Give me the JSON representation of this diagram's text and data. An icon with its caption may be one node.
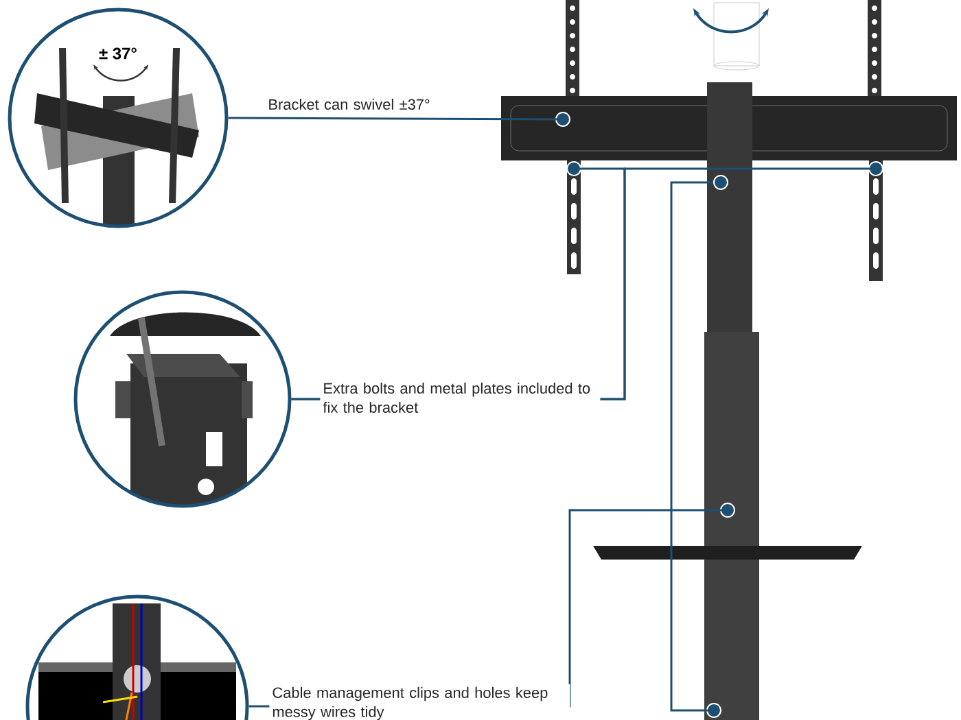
{
  "diagram": {
    "nodes": [
      {
        "text": [
          "± 37°"
        ]
      },
      {
        "text": [],
        "shape": "circle"
      },
      {
        "text": [],
        "shape": "picture"
      },
      {
        "text": [],
        "shape": "circle"
      },
      {
        "text": [],
        "shape": "circle"
      },
      {
        "text": [],
        "shape": "picture"
      },
      {
        "text": [],
        "shape": "circle"
      },
      {
        "text": [],
        "shape": "circle"
      },
      {
        "text": [],
        "shape": "circle"
      }
    ],
    "edges": [
      {
        "from": 0,
        "to": 1,
        "arrow": "none",
        "label": "Bracket can swivel ±37°"
      },
      {
        "from": 2,
        "to": 3,
        "arrow": "none",
        "label": "Extra bolts and metal plates included to fix the bracket"
      },
      {
        "from": 2,
        "to": 4,
        "arrow": "none"
      },
      {
        "from": 5,
        "to": 6,
        "arrow": "none",
        "label": "Cable management clips and holes keep messy wires tidy"
      },
      {
        "from": 7,
        "to": 8,
        "arrow": "none"
      }
    ]
  }
}
